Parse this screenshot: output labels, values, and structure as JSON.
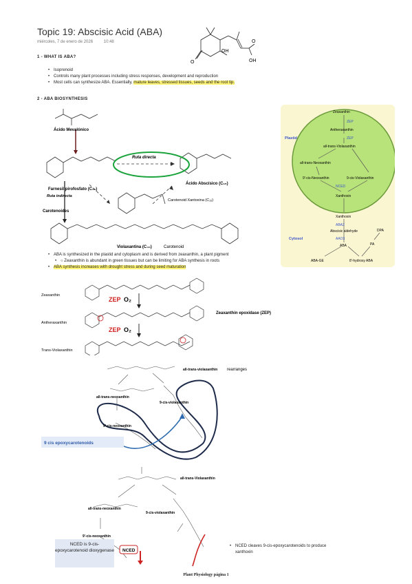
{
  "title": "Topic 19: Abscisic Acid (ABA)",
  "date": "miércoles, 7 de enero de 2026",
  "time": "10:48",
  "section1": {
    "heading": "1 - WHAT IS ABA?",
    "bullets": [
      "Isoprenoid",
      "Controls many plant processes including stress responses, development and reproduction",
      "Most cells can synthesize ABA. Essentially, "
    ],
    "bullet3_highlight": "mature leaves, stressed tissues, seeds and the root tip."
  },
  "section2": {
    "heading": "2 - ABA BIOSYNTHESIS",
    "bullet1": "ABA is synthesized in the plastid and cytoplasm and is derived from zeaxanthin, a plant pigment",
    "sub1": "Zeaxanthin is abundant in green tissues but can be limiting for ABA synthesis in roots",
    "bullet2": "ABA synthesis increases with drought stress and during seed maturation"
  },
  "pathway1": {
    "acido_mevalonico": "Ácido Mevalónico",
    "farnesil": "Farnesil pirofosfato (C₁₅)",
    "ruta_directa": "Ruta directa",
    "acido_abscisico": "Ácido Abscísico (C₁₅)",
    "ruta_indirecta": "Ruta indirecta",
    "carotenoides": "Carotenoides",
    "carotenoid_xantoxina": "Carotenoid Xantoxina (C₁₅)",
    "violaxantina": "Violaxantina (C₄₀)",
    "carotenoid": "Carotenoid"
  },
  "diagram": {
    "plastid": "Plastid",
    "cytosol": "Cytosol",
    "zeaxanthin": "Zeaxanthin",
    "zep1": "ZEP",
    "antheraxanthin": "Antheraxanthin",
    "zep2": "ZEP",
    "all_trans_violaxanthin": "all-trans-Violaxanthin",
    "all_trans_neoxanthin": "all-trans-Neoxanthin",
    "cis_neoxanthin": "9'-cis-Neoxanthin",
    "cis_violaxanthin": "9-cis-Violaxanthin",
    "nced": "NCED",
    "xanthoxin_plastid": "Xanthoxin",
    "xanthoxin_cytosol": "Xanthoxin",
    "aba2": "ABA2",
    "abscisic_aldehyde": "Abscisic aldehyde",
    "aao3": "AAO3",
    "aba": "ABA",
    "aba_ge": "ABA-GE",
    "hydroxy_aba": "8'-hydroxy ABA",
    "pa": "PA",
    "dpa": "DPA",
    "colors": {
      "plastid_fill": "#b8e27a",
      "panel_fill": "#fbf6d2",
      "enzyme": "#3b55c9"
    }
  },
  "zep_figure": {
    "zeaxanthin": "Zeaxanthin",
    "antheraxanthin": "Antheraxanthin",
    "trans_violaxanthin": "Trans-Violaxanthin",
    "zep1": "ZEP",
    "zep2": "ZEP",
    "o2_1": "O₂",
    "o2_2": "O₂",
    "enzyme_label": "Zeaxanthin epoxidase (ZEP)"
  },
  "rearr_figure": {
    "all_trans_violaxanthin": "all-trans-violaxanthin",
    "rearranges": "rearranges",
    "all_trans_neoxanthin": "all-trans-neoxanthin",
    "cis_violaxanthin": "9-cis-violaxanthin",
    "cis_neoxanthin": "9'-cis-neoxanthin",
    "epoxycarotenoids": "9 cis epoxycarotenoids"
  },
  "nced_figure": {
    "all_trans_violaxanthin": "all-trans-Violaxanthin",
    "all_trans_neoxanthin": "all-trans-neoxanthin",
    "cis_violaxanthin": "9-cis-violaxanthin",
    "cis_neoxanthin": "9'-cis-neoxanthin",
    "nced_box": "NCED",
    "nced_note": "NCED is 9-cis-epoxycarotenoid dioxygenase",
    "bullet": "NCED cleaves 9-cis-epoxycarotenoids to produce xanthoxin"
  },
  "footer": "Plant Physiology página 1"
}
